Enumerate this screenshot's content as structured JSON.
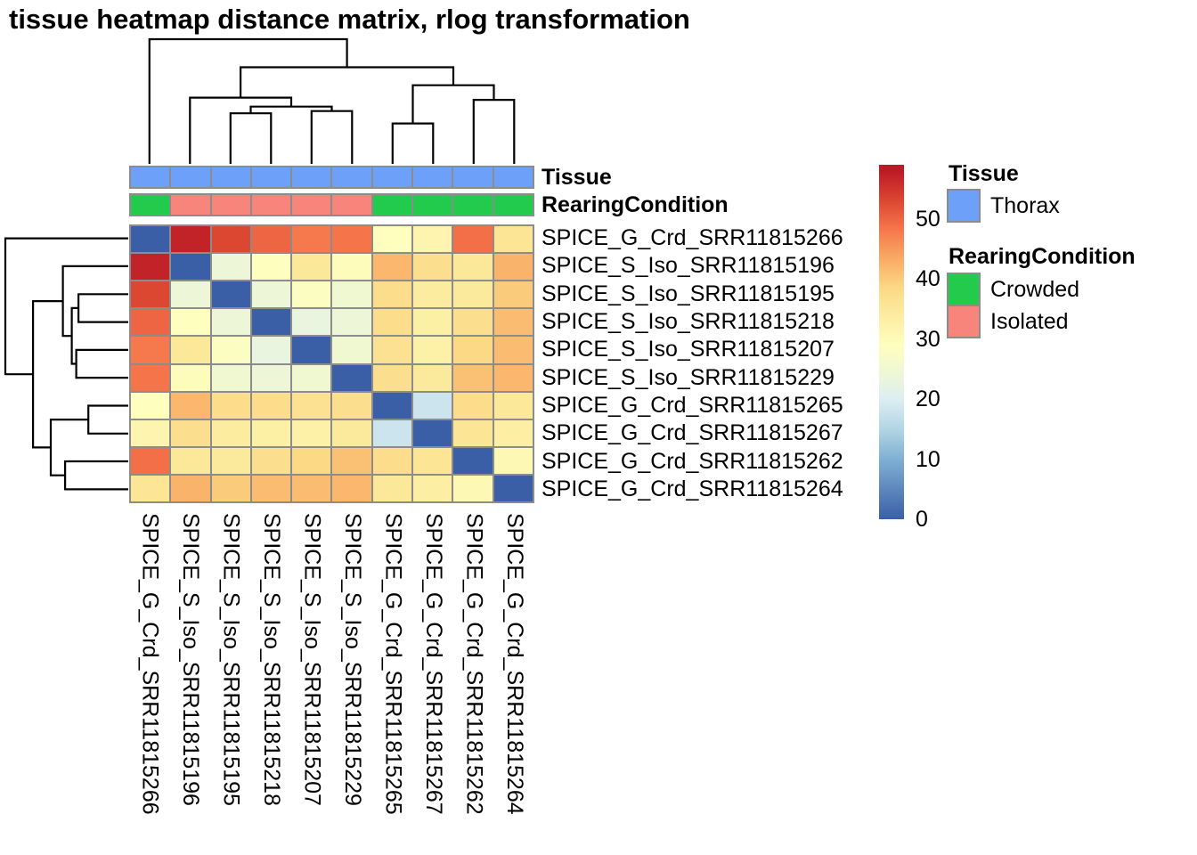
{
  "title": "tissue heatmap distance matrix, rlog transformation",
  "annotation_labels": {
    "tissue": "Tissue",
    "rearing": "RearingCondition"
  },
  "legend": {
    "tissue_header": "Tissue",
    "tissue_items": [
      {
        "label": "Thorax",
        "color": "#6DA0F8"
      }
    ],
    "rearing_header": "RearingCondition",
    "rearing_items": [
      {
        "label": "Crowded",
        "color": "#23CB4D"
      },
      {
        "label": "Isolated",
        "color": "#F8857B"
      }
    ]
  },
  "chart_data": {
    "type": "heatmap",
    "title": "tissue heatmap distance matrix, rlog transformation",
    "row_labels": [
      "SPICE_G_Crd_SRR11815266",
      "SPICE_S_Iso_SRR11815196",
      "SPICE_S_Iso_SRR11815195",
      "SPICE_S_Iso_SRR11815218",
      "SPICE_S_Iso_SRR11815207",
      "SPICE_S_Iso_SRR11815229",
      "SPICE_G_Crd_SRR11815265",
      "SPICE_G_Crd_SRR11815267",
      "SPICE_G_Crd_SRR11815262",
      "SPICE_G_Crd_SRR11815264"
    ],
    "col_labels": [
      "SPICE_G_Crd_SRR11815266",
      "SPICE_S_Iso_SRR11815196",
      "SPICE_S_Iso_SRR11815195",
      "SPICE_S_Iso_SRR11815218",
      "SPICE_S_Iso_SRR11815207",
      "SPICE_S_Iso_SRR11815229",
      "SPICE_G_Crd_SRR11815265",
      "SPICE_G_Crd_SRR11815267",
      "SPICE_G_Crd_SRR11815262",
      "SPICE_G_Crd_SRR11815264"
    ],
    "matrix": [
      [
        0,
        57,
        53,
        50,
        48,
        48.5,
        29,
        31.5,
        49,
        35.5
      ],
      [
        57,
        0,
        24,
        29,
        35,
        29.5,
        42,
        37,
        35,
        42.5
      ],
      [
        53,
        24,
        0,
        24,
        28.5,
        25,
        37.5,
        34,
        34.5,
        40
      ],
      [
        50,
        29,
        24,
        0,
        23,
        24,
        37.5,
        33,
        37,
        41.5
      ],
      [
        48,
        35,
        28.5,
        23,
        0,
        25,
        36.5,
        32.5,
        38.5,
        41.5
      ],
      [
        48.5,
        29.5,
        25,
        24,
        25,
        0,
        37,
        34.5,
        41,
        42
      ],
      [
        29,
        42,
        37.5,
        37.5,
        36.5,
        37,
        0,
        18,
        37.5,
        35
      ],
      [
        31.5,
        37,
        34,
        33,
        32.5,
        34.5,
        18,
        0,
        35.5,
        33.5
      ],
      [
        49,
        35,
        34.5,
        37,
        38.5,
        41,
        37.5,
        35.5,
        0,
        30.5
      ],
      [
        35.5,
        42.5,
        40,
        41.5,
        41.5,
        42,
        35,
        33.5,
        30.5,
        0
      ]
    ],
    "col_annotations": {
      "Tissue": [
        "Thorax",
        "Thorax",
        "Thorax",
        "Thorax",
        "Thorax",
        "Thorax",
        "Thorax",
        "Thorax",
        "Thorax",
        "Thorax"
      ],
      "RearingCondition": [
        "Crowded",
        "Isolated",
        "Isolated",
        "Isolated",
        "Isolated",
        "Isolated",
        "Crowded",
        "Crowded",
        "Crowded",
        "Crowded"
      ]
    },
    "annotation_colors": {
      "Thorax": "#6DA0F8",
      "Crowded": "#23CB4D",
      "Isolated": "#F8857B"
    },
    "color_scale": {
      "domain": [
        0,
        58
      ],
      "ticks": [
        {
          "v": 0,
          "label": "0"
        },
        {
          "v": 10,
          "label": "10"
        },
        {
          "v": 20,
          "label": "20"
        },
        {
          "v": 30,
          "label": "30"
        },
        {
          "v": 40,
          "label": "40"
        },
        {
          "v": 50,
          "label": "50"
        }
      ],
      "stops": [
        {
          "v": 0,
          "c": "#3A5FA7"
        },
        {
          "v": 10,
          "c": "#7FB0D3"
        },
        {
          "v": 15,
          "c": "#B2D5E4"
        },
        {
          "v": 20,
          "c": "#DCEEF3"
        },
        {
          "v": 24,
          "c": "#EDF7D7"
        },
        {
          "v": 29,
          "c": "#FEFEBE"
        },
        {
          "v": 34,
          "c": "#FCEC9F"
        },
        {
          "v": 38.5,
          "c": "#FBD985"
        },
        {
          "v": 43.5,
          "c": "#F9A963"
        },
        {
          "v": 48.5,
          "c": "#F5744A"
        },
        {
          "v": 53,
          "c": "#DC4732"
        },
        {
          "v": 58,
          "c": "#BC1A27"
        }
      ]
    },
    "dendrogram": {
      "merges": [
        {
          "a": "L6",
          "b": "L7",
          "h": 18
        },
        {
          "a": "L2",
          "b": "L3",
          "h": 22.5
        },
        {
          "a": "L4",
          "b": "L5",
          "h": 23.5
        },
        {
          "a": "M1",
          "b": "M2",
          "h": 25.5
        },
        {
          "a": "L8",
          "b": "L9",
          "h": 28.5
        },
        {
          "a": "L1",
          "b": "M3",
          "h": 29.5
        },
        {
          "a": "M0",
          "b": "M4",
          "h": 35
        },
        {
          "a": "M5",
          "b": "M6",
          "h": 43
        },
        {
          "a": "L0",
          "b": "M7",
          "h": 55.5
        }
      ]
    }
  }
}
